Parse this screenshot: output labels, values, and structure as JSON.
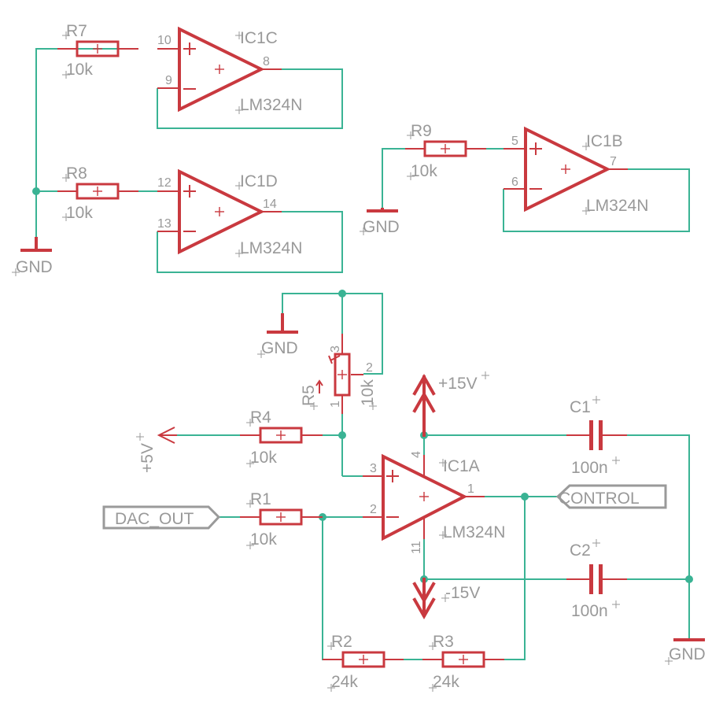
{
  "components": {
    "R7": {
      "name": "R7",
      "value": "10k"
    },
    "R8": {
      "name": "R8",
      "value": "10k"
    },
    "R9": {
      "name": "R9",
      "value": "10k"
    },
    "R4": {
      "name": "R4",
      "value": "10k"
    },
    "R1": {
      "name": "R1",
      "value": "10k"
    },
    "R2": {
      "name": "R2",
      "value": "24k"
    },
    "R3": {
      "name": "R3",
      "value": "24k"
    },
    "R5": {
      "name": "R5",
      "value": "10k"
    },
    "C1": {
      "name": "C1",
      "value": "100n"
    },
    "C2": {
      "name": "C2",
      "value": "100n"
    },
    "IC1A": {
      "name": "IC1A",
      "part": "LM324N"
    },
    "IC1B": {
      "name": "IC1B",
      "part": "LM324N"
    },
    "IC1C": {
      "name": "IC1C",
      "part": "LM324N"
    },
    "IC1D": {
      "name": "IC1D",
      "part": "LM324N"
    }
  },
  "pins": {
    "ic1c": {
      "plus": "10",
      "minus": "9",
      "out": "8"
    },
    "ic1d": {
      "plus": "12",
      "minus": "13",
      "out": "14"
    },
    "ic1b": {
      "plus": "5",
      "minus": "6",
      "out": "7"
    },
    "ic1a": {
      "plus": "3",
      "minus": "2",
      "out": "1",
      "vpos": "4",
      "vneg": "11"
    },
    "r5": {
      "p1": "1",
      "p2": "2",
      "p3": "3"
    }
  },
  "power": {
    "gnd": "GND",
    "pos15": "+15V",
    "neg15": "-15V",
    "pos5": "+5V"
  },
  "ports": {
    "dac_out": "DAC_OUT",
    "control": "CONTROL"
  }
}
